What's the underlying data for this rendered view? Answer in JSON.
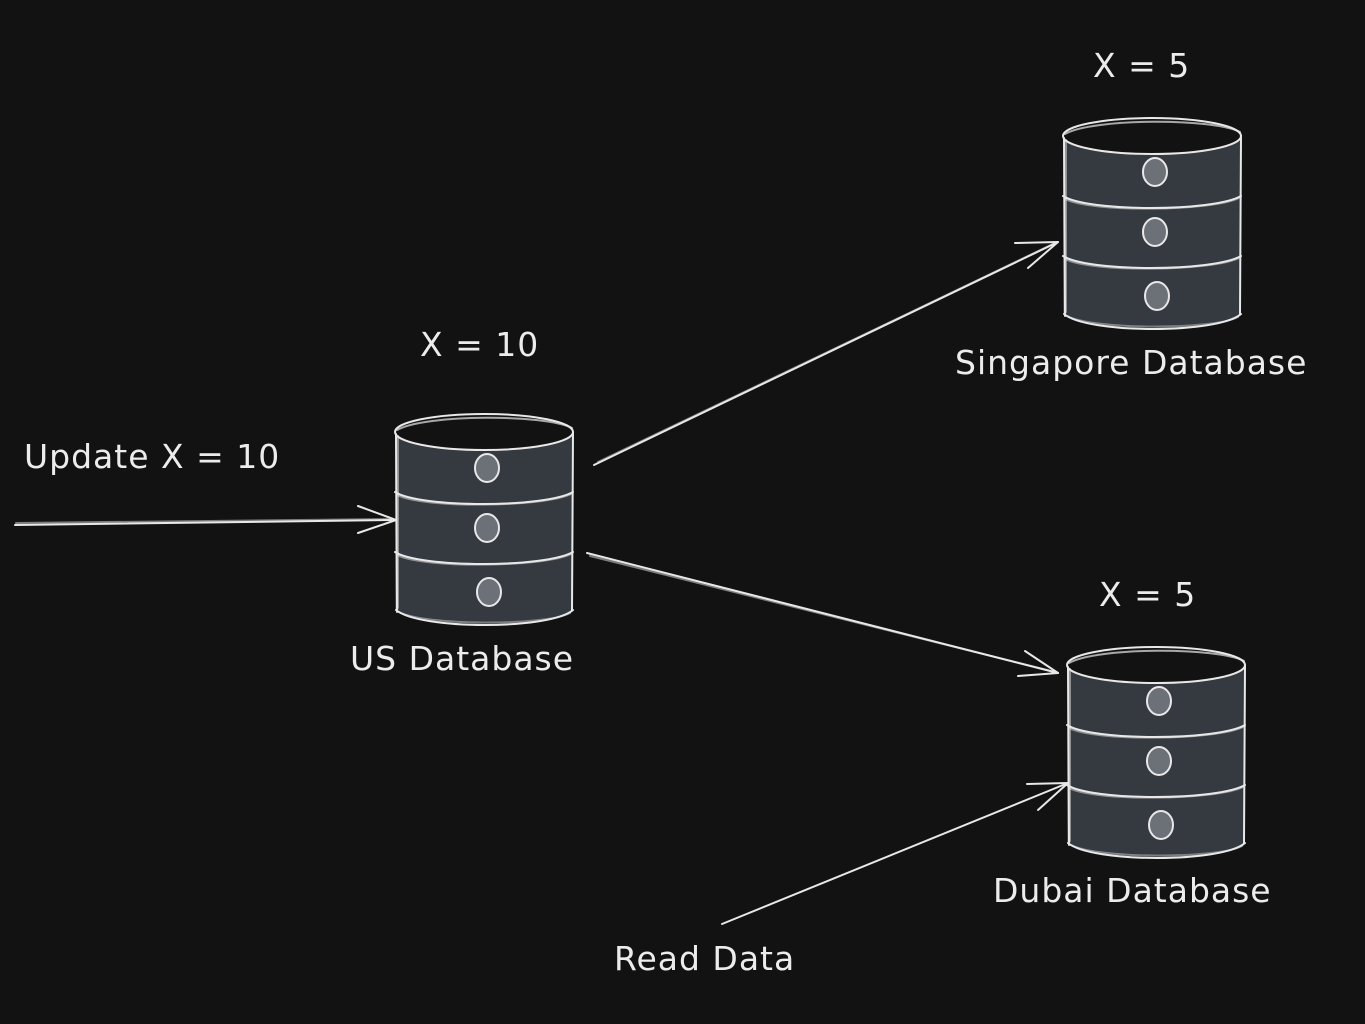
{
  "diagram": {
    "title": "Database replication lag",
    "colors": {
      "background": "#121212",
      "stroke": "#e8e8e8",
      "db_body": "#343a40",
      "db_indicator": "#6c7178"
    },
    "nodes": [
      {
        "id": "us",
        "name": "US Database",
        "value_label": "X = 10",
        "icon": "database-icon"
      },
      {
        "id": "sg",
        "name": "Singapore Database",
        "value_label": "X = 5",
        "icon": "database-icon"
      },
      {
        "id": "dubai",
        "name": "Dubai Database",
        "value_label": "X = 5",
        "icon": "database-icon"
      }
    ],
    "edges": [
      {
        "from": "client-write",
        "to": "us",
        "label": "Update X = 10"
      },
      {
        "from": "us",
        "to": "sg",
        "label": ""
      },
      {
        "from": "us",
        "to": "dubai",
        "label": ""
      },
      {
        "from": "client-read",
        "to": "dubai",
        "label": "Read Data"
      }
    ]
  }
}
